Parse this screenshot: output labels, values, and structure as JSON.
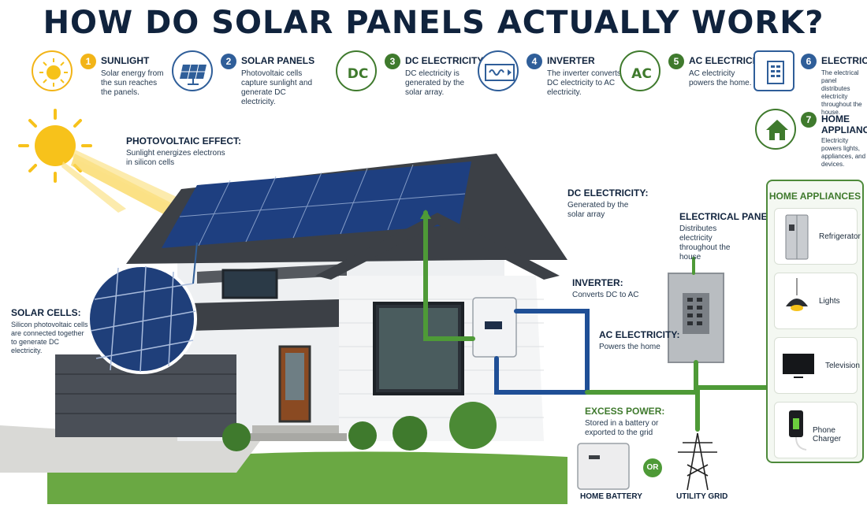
{
  "title": "HOW DO SOLAR PANELS ACTUALLY WORK?",
  "steps": [
    {
      "num": "1",
      "title": "SUNLIGHT",
      "desc": "Solar energy from the sun reaches the panels.",
      "color": "#f2b417",
      "icon": "sun-icon"
    },
    {
      "num": "2",
      "title": "SOLAR PANELS",
      "desc": "Photovoltaic cells capture sunlight and generate DC electricity.",
      "color": "#2f5e99",
      "icon": "solar-panel-icon"
    },
    {
      "num": "3",
      "title": "DC ELECTRICITY",
      "desc": "DC electricity is generated by the solar array.",
      "color": "#3f7a2d",
      "icon": "dc-icon",
      "badge": "DC"
    },
    {
      "num": "4",
      "title": "INVERTER",
      "desc": "The inverter converts DC electricity to AC electricity.",
      "color": "#2f5e99",
      "icon": "inverter-icon"
    },
    {
      "num": "5",
      "title": "AC ELECTRICITY",
      "desc": "AC electricity powers the home.",
      "color": "#3f7a2d",
      "icon": "ac-icon",
      "badge": "AC"
    },
    {
      "num": "6",
      "title": "ELECTRICAL",
      "desc": "The electrical panel distributes electricity throughout the house.",
      "color": "#2f5e99",
      "icon": "electrical-panel-icon"
    },
    {
      "num": "7",
      "title": "HOME APPLIANCES",
      "desc": "Electricity powers lights, appliances, and devices.",
      "color": "#3f7a2d",
      "icon": "house-icon"
    }
  ],
  "labels": {
    "photovoltaic": {
      "title": "PHOTOVOLTAIC EFFECT:",
      "desc": "Sunlight energizes electrons in silicon cells"
    },
    "solar_cells": {
      "title": "SOLAR CELLS:",
      "desc": "Silicon photovoltaic cells are connected together to generate DC electricity."
    },
    "dc": {
      "title": "DC ELECTRICITY:",
      "desc": "Generated by the solar array"
    },
    "inverter": {
      "title": "INVERTER:",
      "desc": "Converts DC to AC"
    },
    "ac": {
      "title": "AC ELECTRICITY:",
      "desc": "Powers the home"
    },
    "panel": {
      "title": "ELECTRICAL PANEL:",
      "desc": "Distributes electricity throughout the house"
    },
    "excess": {
      "title": "EXCESS POWER:",
      "desc": "Stored in a battery or exported to the grid"
    }
  },
  "appliances": {
    "title": "HOME APPLIANCES",
    "items": [
      "Refrigerator",
      "Lights",
      "Television",
      "Phone Charger"
    ]
  },
  "bottom": {
    "battery": "HOME BATTERY",
    "or": "OR",
    "grid": "UTILITY GRID"
  },
  "colors": {
    "dc_line": "#4e9a37",
    "ac_line": "#1f4f96",
    "title": "#10233d",
    "sun": "#f6c21a"
  }
}
